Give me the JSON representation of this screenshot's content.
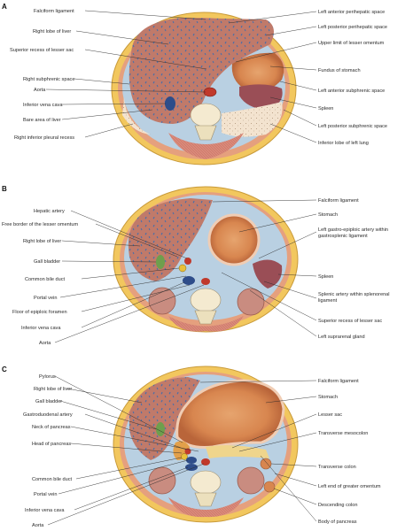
{
  "panels": [
    {
      "letter": "A",
      "left_labels": [
        "Falciform ligament",
        "Right lobe of liver",
        "Superior recess of lesser sac",
        "Right subphrenic space",
        "Aorta",
        "Inferior vena cava",
        "Bare area of liver",
        "Right inferior pleural recess"
      ],
      "right_labels": [
        "Left anterior perihepatic space",
        "Left posterior perihepatic space",
        "Upper limit of lesser omentum",
        "Fundus of stomach",
        "Left anterior subphrenic space",
        "Spleen",
        "Left posterior subphrenic space",
        "Inferior lobe of left lung"
      ]
    },
    {
      "letter": "B",
      "left_labels": [
        "Hepatic artery",
        "Free border of the lesser omentum",
        "Right lobe of liver",
        "Gall bladder",
        "Common bile duct",
        "Portal vein",
        "Floor of epiploic foramen",
        "Inferior vena cava",
        "Aorta"
      ],
      "right_labels": [
        "Falciform ligament",
        "Stomach",
        "Left gastro-epiploic artery within gastrosplenic ligament",
        "Spleen",
        "Splenic artery within splenorenal ligament",
        "Superior recess of lesser sac",
        "Left suprarenal gland"
      ]
    },
    {
      "letter": "C",
      "left_labels": [
        "Pylorus",
        "Right lobe of liver",
        "Gall bladder",
        "Gastroduodenal artery",
        "Neck of pancreas",
        "Head of pancreas",
        "Common bile duct",
        "Portal vein",
        "Inferior vena cava",
        "Aorta"
      ],
      "right_labels": [
        "Falciform ligament",
        "Stomach",
        "Lesser sac",
        "Transverse mesocolon",
        "Transverse colon",
        "Left end of greater omentum",
        "Descending colon",
        "Body of pancreas"
      ]
    }
  ]
}
